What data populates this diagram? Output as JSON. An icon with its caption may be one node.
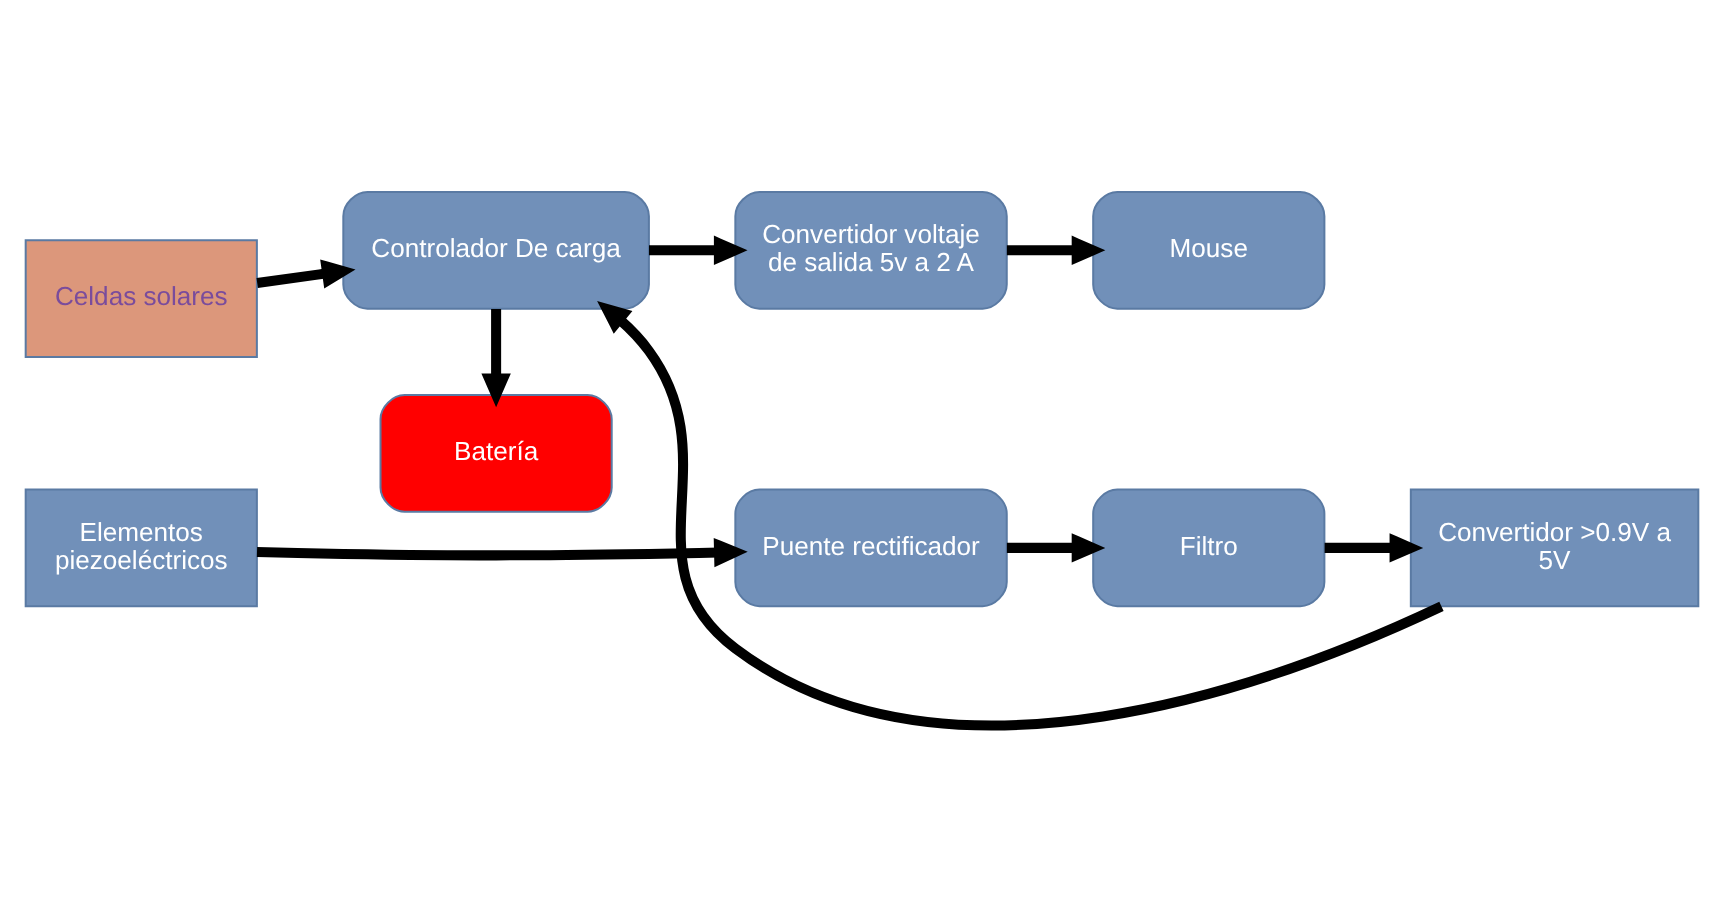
{
  "diagram": {
    "nodes": [
      {
        "text": [
          "Celdas solares"
        ]
      },
      {
        "text": [
          "Controlador De carga"
        ]
      },
      {
        "text": [
          "Convertidor voltaje de salida 5v a 2 A"
        ]
      },
      {
        "text": [
          "Mouse"
        ]
      },
      {
        "text": [
          "Batería"
        ]
      },
      {
        "text": [
          "Elementos piezoeléctricos"
        ]
      },
      {
        "text": [
          "Puente rectificador"
        ]
      },
      {
        "text": [
          "Filtro"
        ]
      },
      {
        "text": [
          "Convertidor >0.9V a 5V"
        ]
      }
    ],
    "edges": [
      {
        "from": 0,
        "to": 1,
        "arrow": "to"
      },
      {
        "from": 1,
        "to": 2,
        "arrow": "to"
      },
      {
        "from": 2,
        "to": 3,
        "arrow": "to"
      },
      {
        "from": 1,
        "to": 4,
        "arrow": "to"
      },
      {
        "from": 5,
        "to": 6,
        "arrow": "to"
      },
      {
        "from": 6,
        "to": 7,
        "arrow": "to"
      },
      {
        "from": 7,
        "to": 8,
        "arrow": "to"
      },
      {
        "from": 8,
        "to": 1,
        "arrow": "to"
      }
    ]
  }
}
